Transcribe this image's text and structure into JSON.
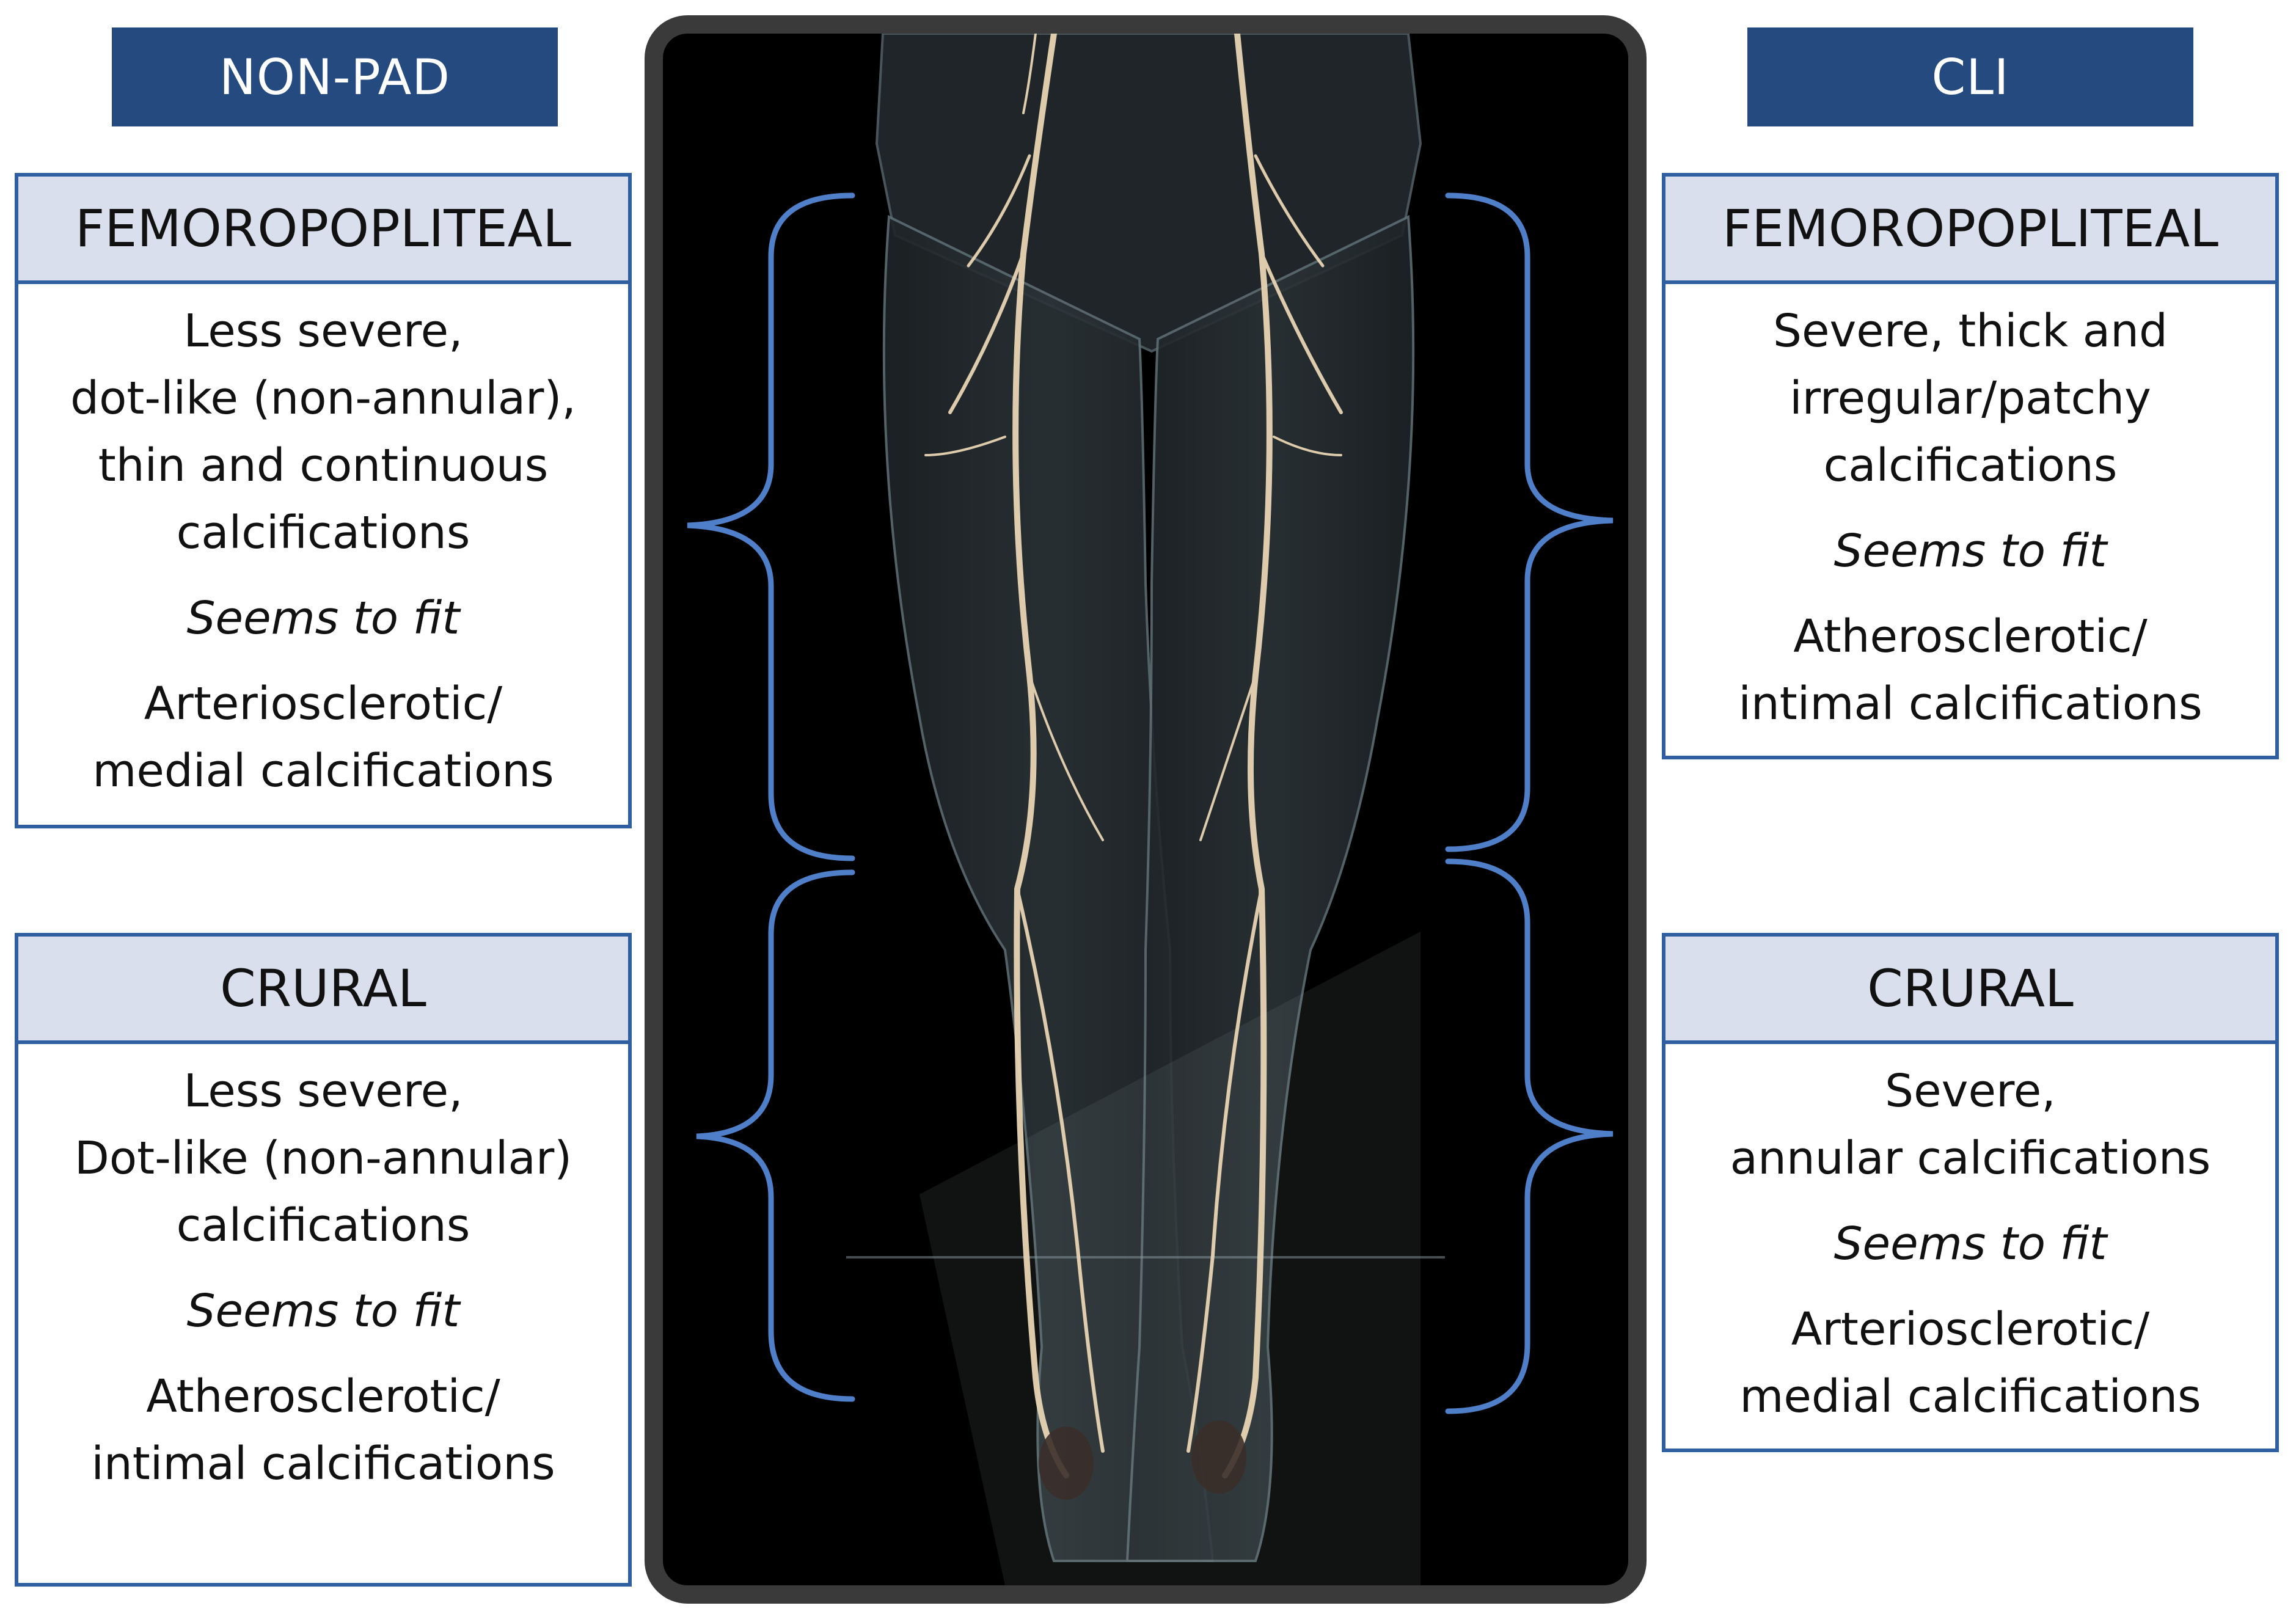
{
  "left": {
    "header": "NON-PAD",
    "femoropopliteal": {
      "title": "FEMOROPOPLITEAL",
      "lines": [
        "Less severe,",
        "dot-like (non-annular),",
        "thin and continuous",
        "calcifications"
      ],
      "fit": "Seems to fit",
      "conclusion": [
        "Arteriosclerotic/",
        "medial calcifications"
      ]
    },
    "crural": {
      "title": "CRURAL",
      "lines": [
        "Less severe,",
        "Dot-like (non-annular)",
        "calcifications"
      ],
      "fit": "Seems to fit",
      "conclusion": [
        "Atherosclerotic/",
        "intimal calcifications"
      ]
    }
  },
  "right": {
    "header": "CLI",
    "femoropopliteal": {
      "title": "FEMOROPOPLITEAL",
      "lines": [
        "Severe, thick and",
        "irregular/patchy",
        "calcifications"
      ],
      "fit": "Seems to fit",
      "conclusion": [
        "Atherosclerotic/",
        "intimal calcifications"
      ]
    },
    "crural": {
      "title": "CRURAL",
      "lines": [
        "Severe,",
        "annular calcifications"
      ],
      "fit": "Seems to fit",
      "conclusion": [
        "Arteriosclerotic/",
        "medial calcifications"
      ]
    }
  },
  "colors": {
    "header_bg": "#254a80",
    "panel_border": "#2f5fa0",
    "panel_title_bg": "#d9dfec",
    "bracket": "#4f7fc8",
    "vessel": "#e8d4b4",
    "leg_tissue": "#6a7a80"
  }
}
